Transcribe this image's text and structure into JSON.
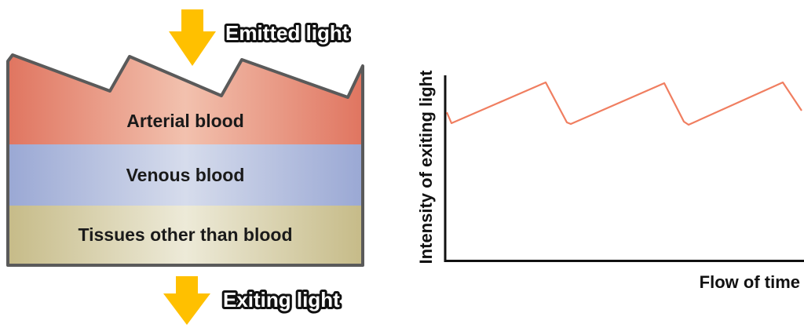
{
  "left_panel": {
    "emitted_label": "Emitted light",
    "exiting_label": "Exiting light",
    "layers": {
      "arterial": "Arterial blood",
      "venous": "Venous blood",
      "tissue": "Tissues other than blood"
    }
  },
  "graph": {
    "ylabel": "Intensity of exiting light",
    "xlabel": "Flow of time"
  },
  "colors": {
    "arrow": "#FFC000",
    "arterial": "#E8806A",
    "venous": "#9AAED6",
    "tissue": "#CFC69A",
    "signal": "#F07E60",
    "outline": "#5a5a5a"
  }
}
